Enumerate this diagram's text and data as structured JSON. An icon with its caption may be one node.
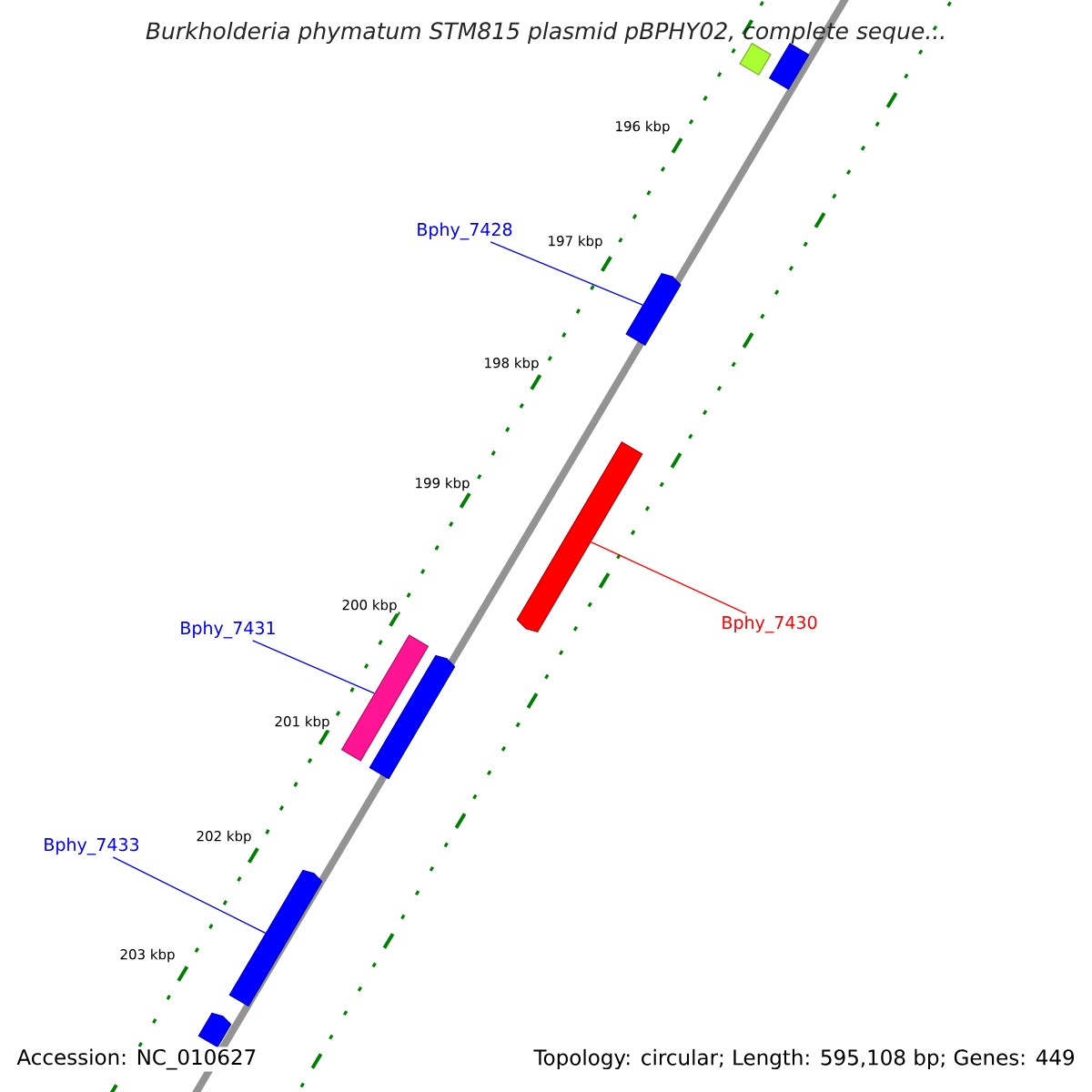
{
  "diagram": {
    "title": "Burkholderia phymatum STM815 plasmid pBPHY02, complete seque...",
    "nodes": [
      {
        "text": [],
        "shape": "bar"
      },
      {
        "text": [],
        "shape": "bar"
      },
      {
        "text": [
          "Bphy_7428"
        ]
      },
      {
        "text": [],
        "shape": "bar"
      },
      {
        "text": [],
        "shape": "bar"
      },
      {
        "text": [
          "Bphy_7430"
        ]
      },
      {
        "text": [
          "Bphy_7431"
        ]
      },
      {
        "text": [],
        "shape": "bar"
      },
      {
        "text": [],
        "shape": "bar"
      },
      {
        "text": [
          "Bphy_7433"
        ]
      },
      {
        "text": [],
        "shape": "bar"
      },
      {
        "text": [],
        "shape": "bar"
      }
    ],
    "edges": [
      {
        "from": 2,
        "to": 3,
        "arrow": "none"
      },
      {
        "from": 5,
        "to": 4,
        "arrow": "none",
        "color": "#ff0000"
      },
      {
        "from": 6,
        "to": 7,
        "arrow": "none"
      },
      {
        "from": 9,
        "to": 10,
        "arrow": "none"
      }
    ],
    "labels": [
      "196 kbp",
      "197 kbp",
      "198 kbp",
      "199 kbp",
      "200 kbp",
      "201 kbp",
      "202 kbp",
      "203 kbp",
      "Accession: NC_010627",
      "Topology: circular; Length: 595,108 bp; Genes: 449"
    ]
  }
}
